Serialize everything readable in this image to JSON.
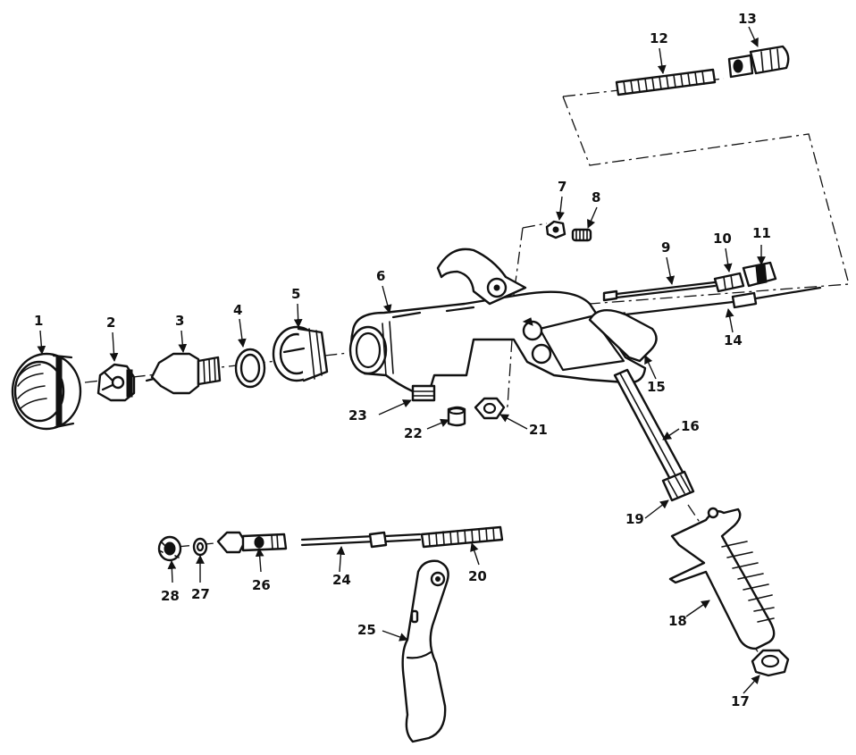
{
  "labels": {
    "p1": "1",
    "p2": "2",
    "p3": "3",
    "p4": "4",
    "p5": "5",
    "p6": "6",
    "p7": "7",
    "p8": "8",
    "p9": "9",
    "p10": "10",
    "p11": "11",
    "p12": "12",
    "p13": "13",
    "p14": "14",
    "p15": "15",
    "p16": "16",
    "p17": "17",
    "p18": "18",
    "p19": "19",
    "p20": "20",
    "p21": "21",
    "p22": "22",
    "p23": "23",
    "p24": "24",
    "p25": "25",
    "p26": "26",
    "p27": "27",
    "p28": "28"
  },
  "colors": {
    "ink": "#111111",
    "paper": "#ffffff"
  }
}
